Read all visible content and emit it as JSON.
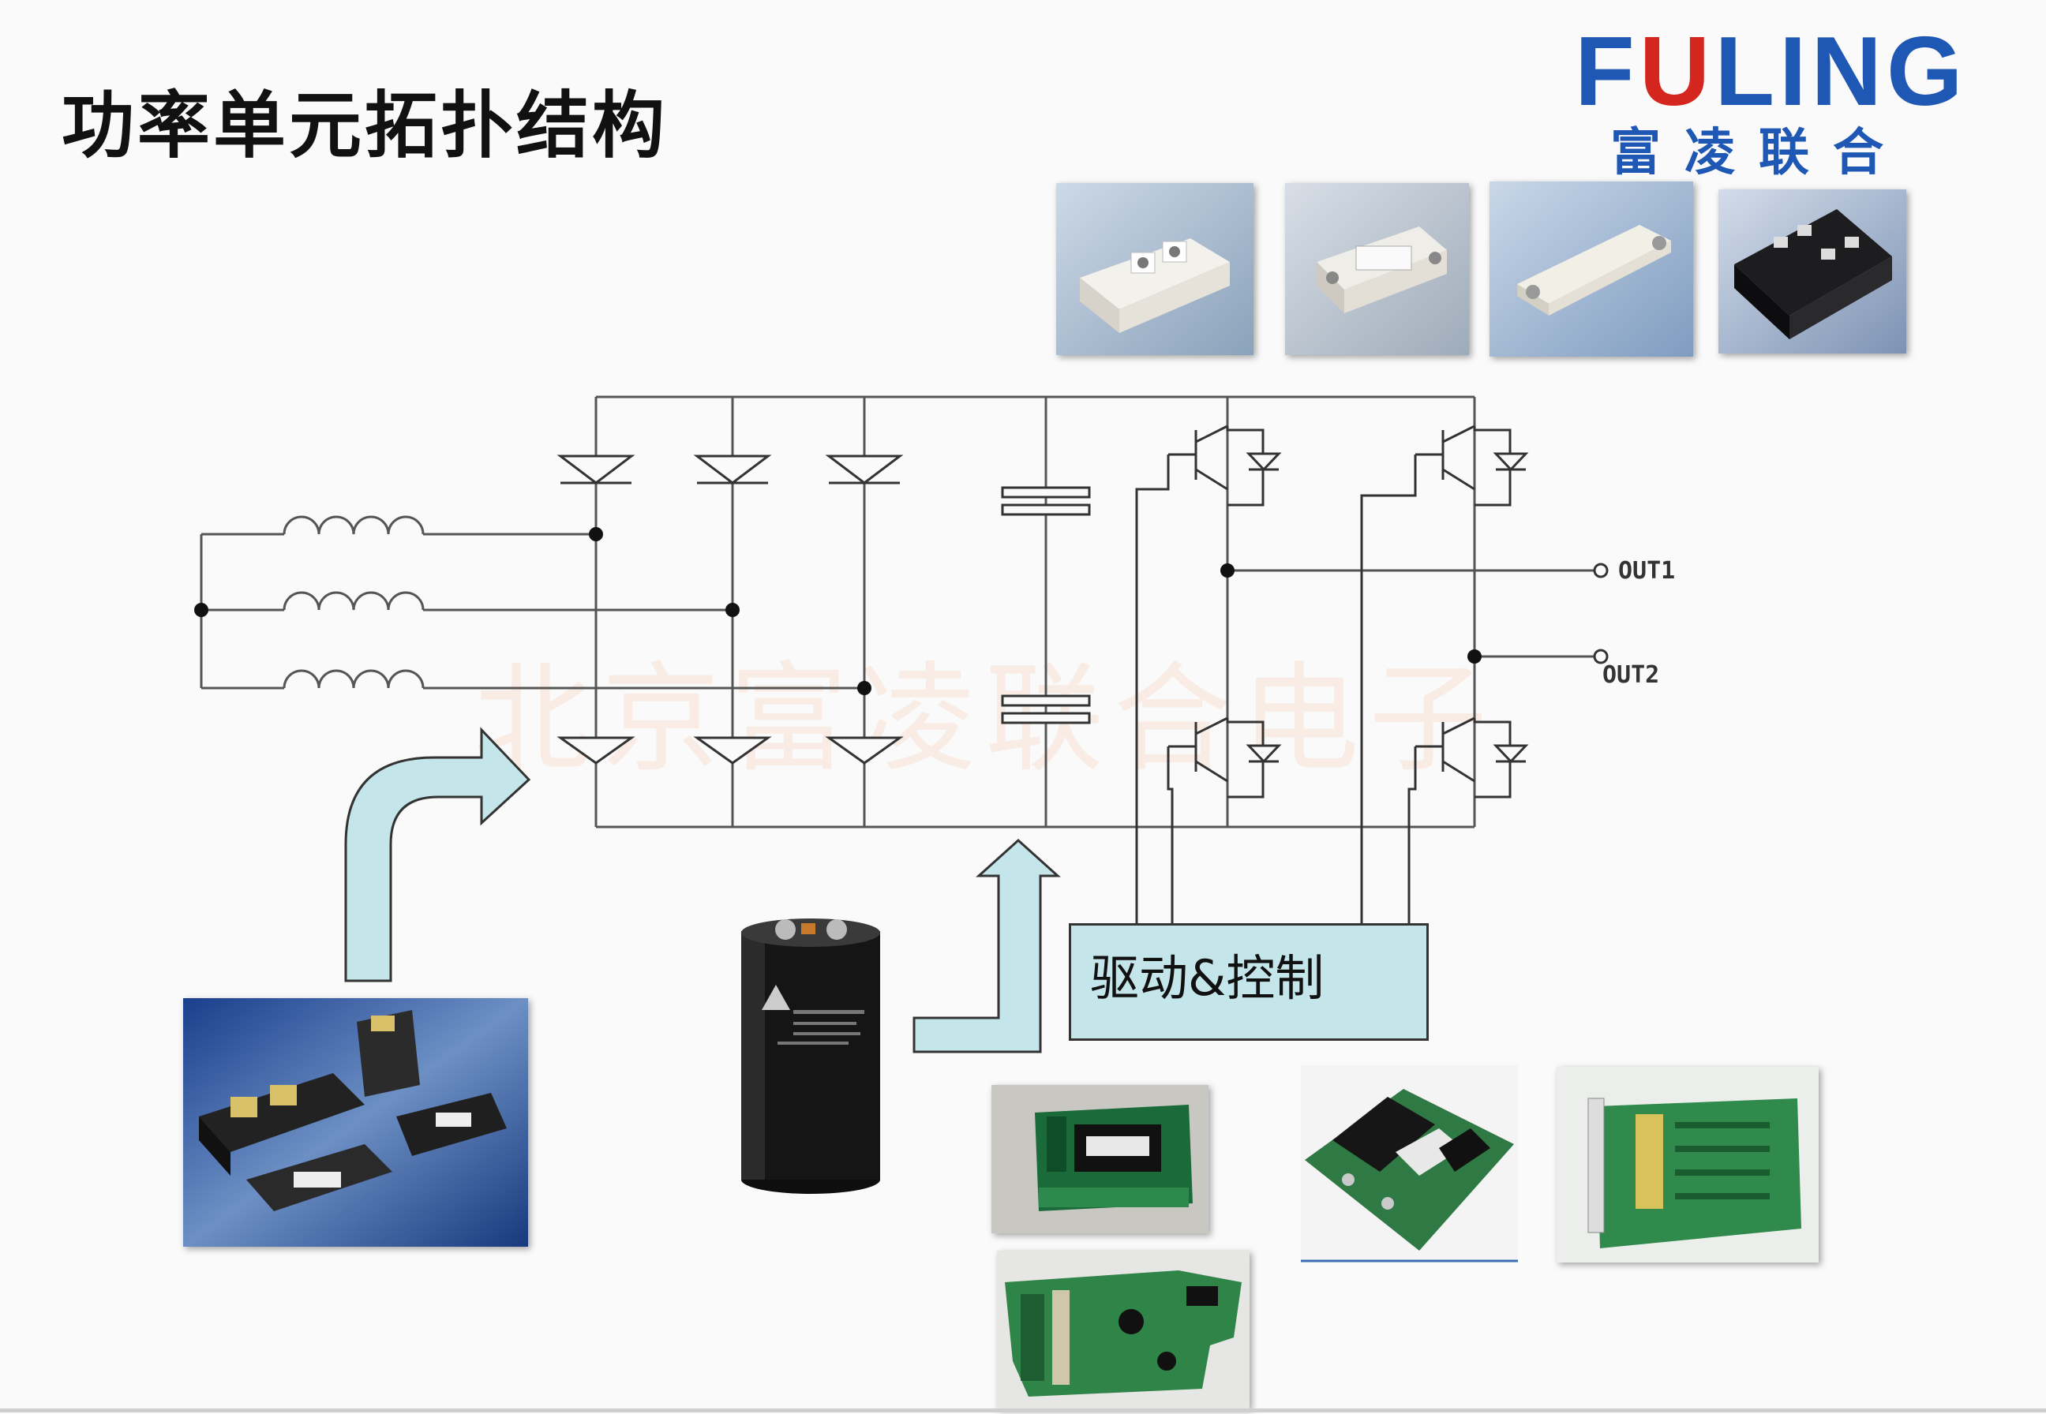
{
  "title": "功率单元拓扑结构",
  "logo": {
    "brand": "FULING",
    "brand_accent_letter": "U",
    "subtitle": "富凌联合"
  },
  "watermark": "北京富凌联合电子",
  "diagram": {
    "outputs": [
      "OUT1",
      "OUT2"
    ],
    "control_block": "驱动&控制"
  },
  "colors": {
    "brand_blue": "#1f57b4",
    "brand_red": "#d4261f",
    "drive_box_fill": "#c4e6ea",
    "arrow_fill": "#c4e6ea",
    "wire": "#555555"
  }
}
